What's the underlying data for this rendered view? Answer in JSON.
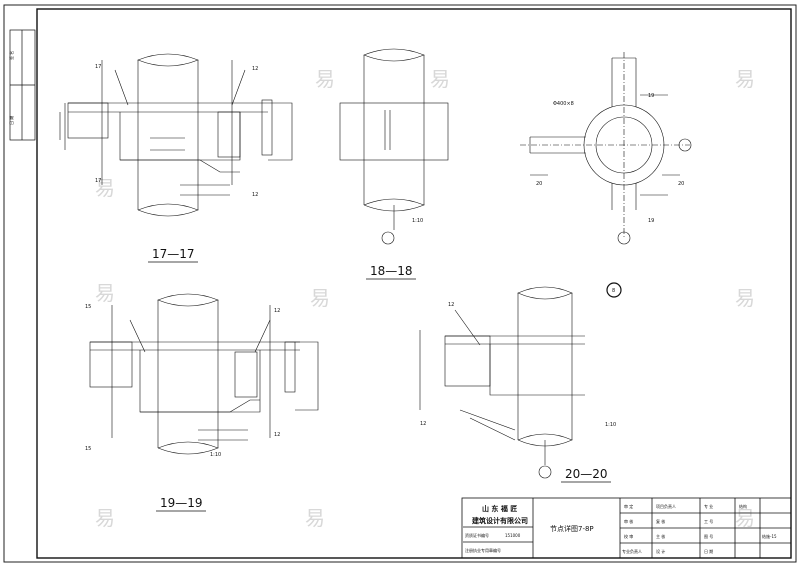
{
  "watermark_glyph": "易",
  "left_strip": {
    "top_label": "签 名",
    "bottom_label": "日 期"
  },
  "sections": {
    "s17": {
      "title": "17—17",
      "cut_a": "17",
      "cut_b": "17",
      "weld_a": "12",
      "weld_b": "12"
    },
    "s18": {
      "title": "18—18",
      "scale": "1:10"
    },
    "plan": {
      "cut_a": "19",
      "cut_b": "19",
      "cut_c": "20",
      "cut_d": "20",
      "pipe_label": "Φ400×8",
      "callout": "8"
    },
    "s19": {
      "title": "19—19",
      "cut_a": "15",
      "cut_b": "15",
      "weld_a": "12",
      "weld_b": "12",
      "scale": "1:10"
    },
    "s20": {
      "title": "20—20",
      "weld_a": "12",
      "weld_b": "12",
      "scale": "1:10"
    }
  },
  "title_block": {
    "company_line1": "山 东 福 匠",
    "company_line2": "建筑设计有限公司",
    "cert_label": "资质证书编号",
    "cert_value": "151000",
    "reg_label": "注册执业专用章编号",
    "drawing_title": "节点详图7-8P",
    "rows": [
      {
        "a": "审 定",
        "b": "项目负责人",
        "c": "专 业",
        "d": "结构"
      },
      {
        "a": "审 核",
        "b": "复 核",
        "c": "工 号",
        "d": ""
      },
      {
        "a": "校 审",
        "b": "主 核",
        "c": "图 号",
        "d": "结施-15"
      },
      {
        "a": "专业负责人",
        "b": "设 计",
        "c": "日 期",
        "d": ""
      }
    ]
  }
}
